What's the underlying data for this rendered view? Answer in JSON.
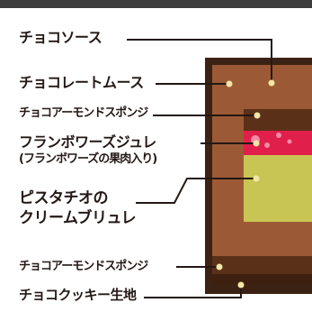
{
  "labels": {
    "choco_sauce": "チョコソース",
    "choco_mousse": "チョコレートムース",
    "almond_sponge_top": "チョコアーモンドスポンジ",
    "raspberry_jelly": "フランボワーズジュレ",
    "raspberry_jelly_note": "(フランボワーズの果肉入り)",
    "pistachio_line1": "ピスタチオの",
    "pistachio_line2": "クリームブリュレ",
    "almond_sponge_bottom": "チョコアーモンドスポンジ",
    "cookie_base": "チョコクッキー生地"
  },
  "colors": {
    "outline": "#3b2214",
    "mousse": "#9b5a35",
    "sponge": "#5a3018",
    "jelly": "#e0204a",
    "pistachio": "#c9c555",
    "cookie": "#3d2010",
    "leader": "#231815",
    "dot": "#f2e6a6"
  }
}
